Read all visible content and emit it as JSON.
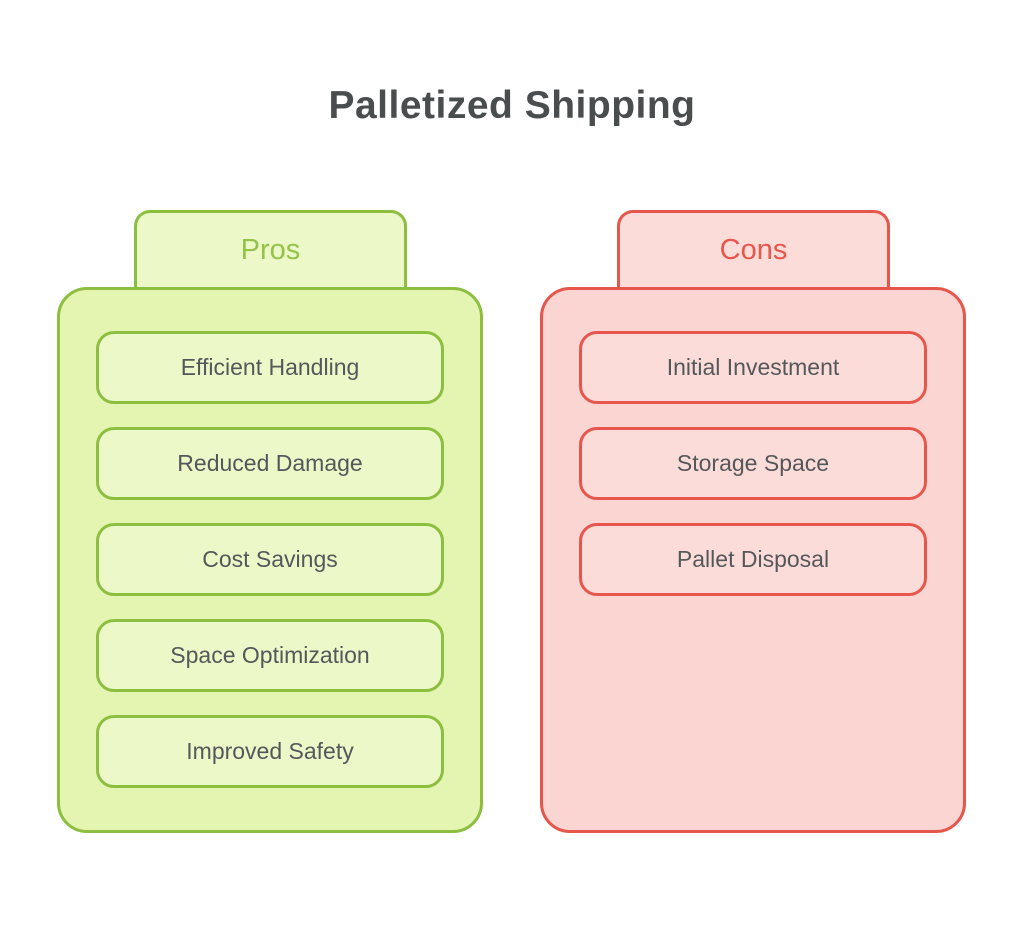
{
  "title": "Palletized Shipping",
  "colors": {
    "title_text": "#4a4d4e",
    "item_text": "#54585b",
    "pros_border": "#8cbe3f",
    "pros_fill": "#e4f5b1",
    "pros_item_fill": "#ecf8c8",
    "pros_text": "#94c24a",
    "cons_border": "#e6564d",
    "cons_fill": "#fbd5d2",
    "cons_item_fill": "#fcdcd9",
    "cons_text": "#e6564d"
  },
  "pros": {
    "label": "Pros",
    "items": [
      "Efficient Handling",
      "Reduced Damage",
      "Cost Savings",
      "Space Optimization",
      "Improved Safety"
    ]
  },
  "cons": {
    "label": "Cons",
    "items": [
      "Initial Investment",
      "Storage Space",
      "Pallet Disposal"
    ]
  }
}
